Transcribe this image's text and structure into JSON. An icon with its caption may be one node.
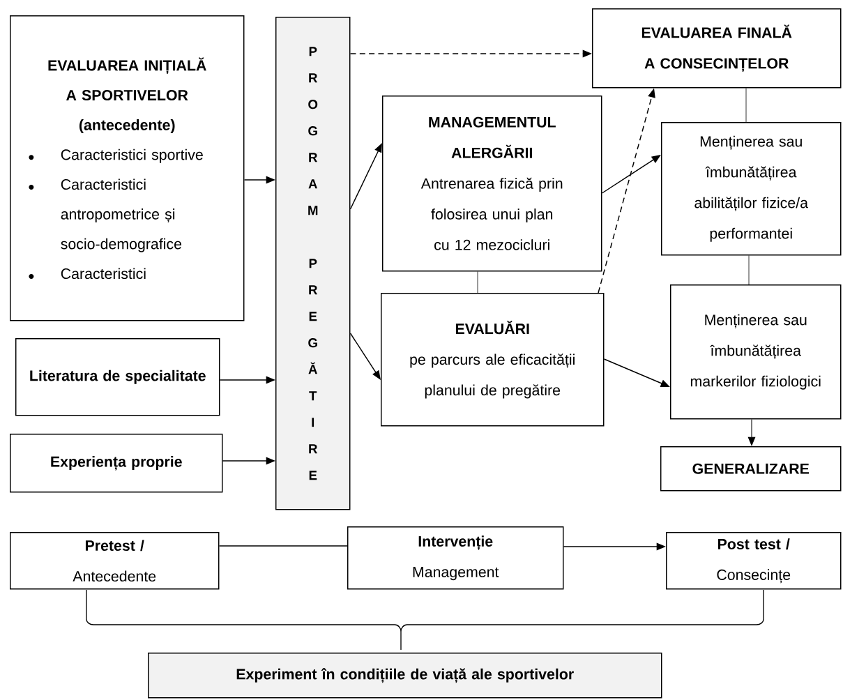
{
  "diagram": {
    "nodes": [
      {
        "text": [
          "EVALUAREA INIȚIALĂ A SPORTIVELOR (antecedente)",
          "Caracteristici sportive",
          "Caracteristici antropometrice și socio-demografice",
          "Caracteristici"
        ]
      },
      {
        "text": [
          "Literatura de specialitate"
        ]
      },
      {
        "text": [
          "Experiența proprie"
        ]
      },
      {
        "text": [
          "PROGRAM PREGĂTIRE"
        ]
      },
      {
        "text": [
          "MANAGEMENTUL ALERGĂRII",
          "Antrenarea fizică prin folosirea unui plan cu 12 mezocicluri"
        ]
      },
      {
        "text": [
          "EVALUĂRI",
          "pe parcurs ale eficacității planului de pregătire"
        ]
      },
      {
        "text": [
          "EVALUAREA FINALĂ A CONSECINȚELOR"
        ]
      },
      {
        "text": [
          "Menținerea sau îmbunătățirea abilităților fizice/a performantei"
        ]
      },
      {
        "text": [
          "Menținerea sau îmbunătățirea markerilor fiziologici"
        ]
      },
      {
        "text": [
          "GENERALIZARE"
        ]
      },
      {
        "text": [
          "Pretest /",
          "Antecedente"
        ]
      },
      {
        "text": [
          "Intervenție",
          "Management"
        ]
      },
      {
        "text": [
          "Post test /",
          "Consecințe"
        ]
      },
      {
        "text": [
          "Experiment în condițiile de viață ale sportivelor"
        ]
      }
    ],
    "edges": [
      {
        "from": 0,
        "to": 3,
        "arrow": "to"
      },
      {
        "from": 1,
        "to": 3,
        "arrow": "to"
      },
      {
        "from": 2,
        "to": 3,
        "arrow": "to"
      },
      {
        "from": 3,
        "to": 4,
        "arrow": "to"
      },
      {
        "from": 3,
        "to": 5,
        "arrow": "to"
      },
      {
        "from": 4,
        "to": 5,
        "arrow": "none"
      },
      {
        "from": 3,
        "to": 6,
        "arrow": "to",
        "style": "dashed"
      },
      {
        "from": 5,
        "to": 6,
        "arrow": "to",
        "style": "dashed"
      },
      {
        "from": 6,
        "to": 7,
        "arrow": "none"
      },
      {
        "from": 7,
        "to": 8,
        "arrow": "none"
      },
      {
        "from": 4,
        "to": 7,
        "arrow": "to"
      },
      {
        "from": 5,
        "to": 8,
        "arrow": "to"
      },
      {
        "from": 8,
        "to": 9,
        "arrow": "to"
      },
      {
        "from": 10,
        "to": 11,
        "arrow": "none"
      },
      {
        "from": 11,
        "to": 12,
        "arrow": "to"
      }
    ]
  }
}
